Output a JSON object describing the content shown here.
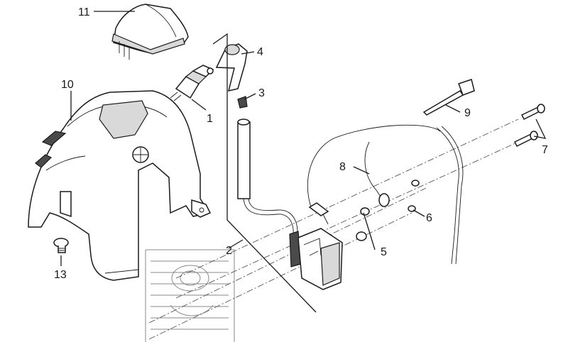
{
  "diagram": {
    "callouts": [
      {
        "id": "1",
        "text": "1"
      },
      {
        "id": "2",
        "text": "2"
      },
      {
        "id": "3",
        "text": "3"
      },
      {
        "id": "4",
        "text": "4"
      },
      {
        "id": "5",
        "text": "5"
      },
      {
        "id": "6",
        "text": "6"
      },
      {
        "id": "7",
        "text": "7"
      },
      {
        "id": "8",
        "text": "8"
      },
      {
        "id": "9",
        "text": "9"
      },
      {
        "id": "10",
        "text": "10"
      },
      {
        "id": "11",
        "text": "11"
      },
      {
        "id": "13",
        "text": "13"
      }
    ]
  }
}
